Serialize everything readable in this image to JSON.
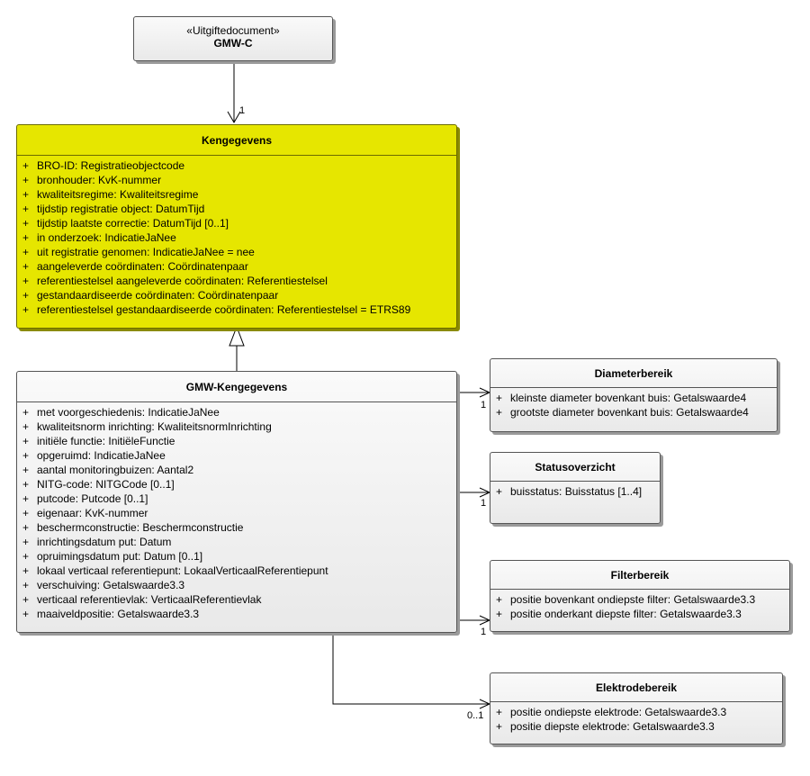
{
  "uitgiftedocument": {
    "stereotype": "«Uitgiftedocument»",
    "name": "GMW-C"
  },
  "kengegevens": {
    "name": "Kengegevens",
    "attributes": [
      {
        "vis": "+",
        "text": "BRO-ID: Registratieobjectcode"
      },
      {
        "vis": "+",
        "text": "bronhouder: KvK-nummer"
      },
      {
        "vis": "+",
        "text": "kwaliteitsregime: Kwaliteitsregime"
      },
      {
        "vis": "+",
        "text": "tijdstip registratie object: DatumTijd"
      },
      {
        "vis": "+",
        "text": "tijdstip laatste correctie: DatumTijd [0..1]"
      },
      {
        "vis": "+",
        "text": "in onderzoek: IndicatieJaNee"
      },
      {
        "vis": "+",
        "text": "uit registratie genomen: IndicatieJaNee = nee"
      },
      {
        "vis": "+",
        "text": "aangeleverde coördinaten: Coördinatenpaar"
      },
      {
        "vis": "+",
        "text": "referentiestelsel aangeleverde coördinaten: Referentiestelsel"
      },
      {
        "vis": "+",
        "text": "gestandaardiseerde coördinaten: Coördinatenpaar"
      },
      {
        "vis": "+",
        "text": "referentiestelsel gestandaardiseerde coördinaten: Referentiestelsel = ETRS89"
      }
    ]
  },
  "gmw_kengegevens": {
    "name": "GMW-Kengegevens",
    "attributes": [
      {
        "vis": "+",
        "text": "met voorgeschiedenis: IndicatieJaNee"
      },
      {
        "vis": "+",
        "text": "kwaliteitsnorm inrichting: KwaliteitsnormInrichting"
      },
      {
        "vis": "+",
        "text": "initiële functie: InitiëleFunctie"
      },
      {
        "vis": "+",
        "text": "opgeruimd: IndicatieJaNee"
      },
      {
        "vis": "+",
        "text": "aantal monitoringbuizen: Aantal2"
      },
      {
        "vis": "+",
        "text": "NITG-code: NITGCode [0..1]"
      },
      {
        "vis": "+",
        "text": "putcode: Putcode [0..1]"
      },
      {
        "vis": "+",
        "text": "eigenaar: KvK-nummer"
      },
      {
        "vis": "+",
        "text": "beschermconstructie: Beschermconstructie"
      },
      {
        "vis": "+",
        "text": "inrichtingsdatum put: Datum"
      },
      {
        "vis": "+",
        "text": "opruimingsdatum put: Datum [0..1]"
      },
      {
        "vis": "+",
        "text": "lokaal verticaal referentiepunt: LokaalVerticaalReferentiepunt"
      },
      {
        "vis": "+",
        "text": "verschuiving: Getalswaarde3.3"
      },
      {
        "vis": "+",
        "text": "verticaal referentievlak: VerticaalReferentievlak"
      },
      {
        "vis": "+",
        "text": "maaiveldpositie: Getalswaarde3.3"
      }
    ]
  },
  "diameterbereik": {
    "name": "Diameterbereik",
    "attributes": [
      {
        "vis": "+",
        "text": "kleinste diameter bovenkant buis: Getalswaarde4"
      },
      {
        "vis": "+",
        "text": "grootste diameter bovenkant buis: Getalswaarde4"
      }
    ]
  },
  "statusoverzicht": {
    "name": "Statusoverzicht",
    "attributes": [
      {
        "vis": "+",
        "text": "buisstatus: Buisstatus [1..4]"
      }
    ]
  },
  "filterbereik": {
    "name": "Filterbereik",
    "attributes": [
      {
        "vis": "+",
        "text": "positie bovenkant ondiepste filter: Getalswaarde3.3"
      },
      {
        "vis": "+",
        "text": "positie onderkant diepste filter: Getalswaarde3.3"
      }
    ]
  },
  "elektrodebereik": {
    "name": "Elektrodebereik",
    "attributes": [
      {
        "vis": "+",
        "text": "positie ondiepste elektrode: Getalswaarde3.3"
      },
      {
        "vis": "+",
        "text": "positie diepste elektrode: Getalswaarde3.3"
      }
    ]
  },
  "multiplicities": {
    "gmwc": "1",
    "diameter": "1",
    "status": "1",
    "filter": "1",
    "elektrode": "0..1"
  },
  "colors": {
    "highlight_class": "#e6e600",
    "class_fill": "#f0f0f0",
    "line": "#000000"
  }
}
